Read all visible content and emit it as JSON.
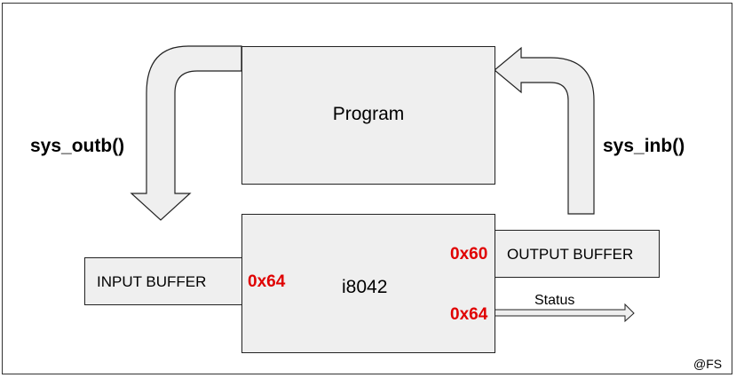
{
  "diagram": {
    "program_label": "Program",
    "controller_label": "i8042",
    "input_buffer_label": "INPUT BUFFER",
    "output_buffer_label": "OUTPUT BUFFER",
    "write_call": "sys_outb()",
    "read_call": "sys_inb()",
    "port_input": "0x64",
    "port_output": "0x60",
    "port_status": "0x64",
    "status_label": "Status",
    "credit": "@FS"
  },
  "colors": {
    "box_fill": "#efefef",
    "border": "#222222",
    "port_text": "#e00000"
  }
}
